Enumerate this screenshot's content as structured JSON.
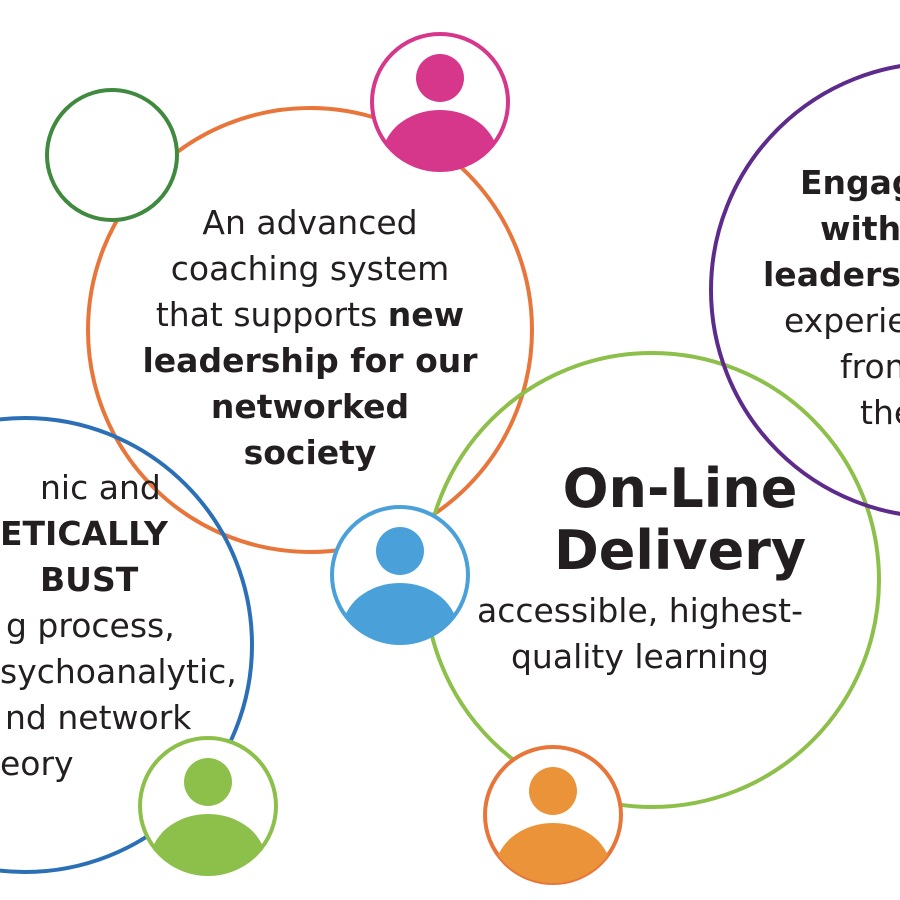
{
  "colors": {
    "orange": "#e8763a",
    "green": "#8dc04a",
    "blue": "#2b6fb6",
    "purple": "#5d2b8c",
    "dark_green": "#3f8a3f",
    "magenta": "#d6378b",
    "light_blue": "#4aa0d8",
    "person_orange": "#ea9338",
    "person_green": "#8dc04a",
    "text": "#231f20"
  },
  "circles": {
    "orange": {
      "lines": [
        {
          "text": "An advanced",
          "bold": false
        },
        {
          "text": "coaching system",
          "bold": false
        },
        {
          "parts": [
            {
              "text": "that supports ",
              "bold": false
            },
            {
              "text": "new",
              "bold": true
            }
          ]
        },
        {
          "text": "leadership for our",
          "bold": true
        },
        {
          "text": "networked",
          "bold": true
        },
        {
          "text": "society",
          "bold": true
        }
      ]
    },
    "green": {
      "heading_line1": "On-Line",
      "heading_line2": "Delivery",
      "sub_line1": "accessible, highest-",
      "sub_line2": "quality learning"
    },
    "blue": {
      "lines": [
        {
          "text": "nic and",
          "bold": false
        },
        {
          "text": "ETICALLY",
          "bold": true
        },
        {
          "text": "BUST",
          "bold": true
        },
        {
          "text": "g process,",
          "bold": false
        },
        {
          "text": "sychoanalytic,",
          "bold": false
        },
        {
          "text": "nd network",
          "bold": false
        },
        {
          "text": "eory",
          "bold": false
        }
      ]
    },
    "purple": {
      "lines": [
        {
          "text": "Engag",
          "bold": true
        },
        {
          "text": "with",
          "bold": true
        },
        {
          "text": "leaders",
          "bold": true
        },
        {
          "text": "experie",
          "bold": false
        },
        {
          "text": "fron",
          "bold": false
        },
        {
          "text": "the",
          "bold": false
        }
      ]
    }
  },
  "icons": [
    "person-icon-magenta",
    "person-icon-light-blue",
    "person-icon-orange",
    "person-icon-green",
    "empty-circle-green"
  ]
}
